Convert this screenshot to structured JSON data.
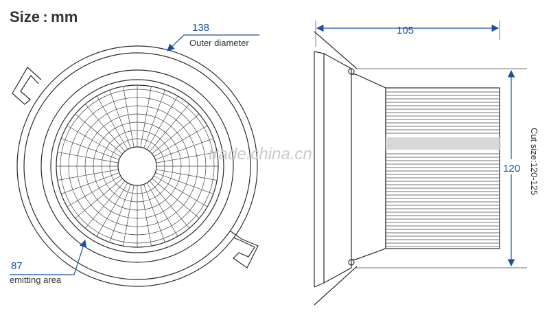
{
  "title": "Size : mm",
  "front_view": {
    "outer_diameter_value": "138",
    "outer_diameter_label": "Outer diameter",
    "emitting_area_value": "87",
    "emitting_area_label": "emitting area"
  },
  "side_view": {
    "depth_value": "105",
    "height_value": "120",
    "cut_size_label": "Cut size:120-125"
  },
  "watermark": "trade.china.cn",
  "colors": {
    "dimension_blue": "#1a4fa3",
    "line": "#2b2b2b",
    "watermark": "#c9c9c9"
  }
}
